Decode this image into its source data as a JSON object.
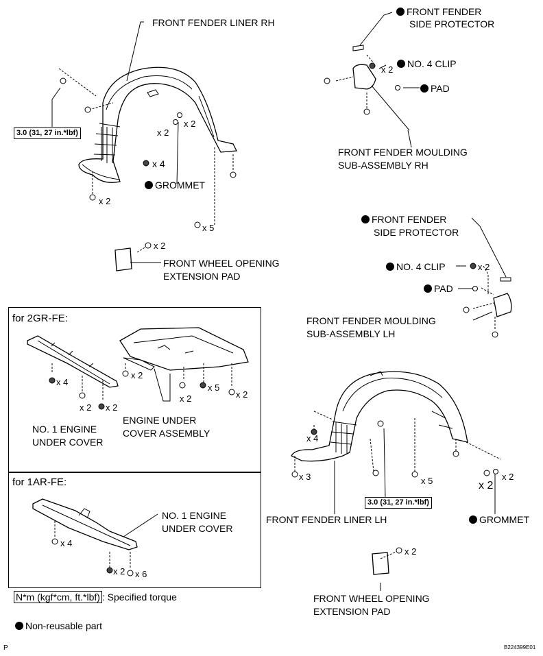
{
  "rh": {
    "liner": "FRONT FENDER LINER RH",
    "torque": "3.0 (31, 27 in.*lbf)",
    "x4": "x 4",
    "x2_a": "x 2",
    "x2_b": "x 2",
    "x2_c": "x 2",
    "x5": "x 5",
    "grommet": "GROMMET",
    "pad_x2": "x 2",
    "ext_pad_1": "FRONT WHEEL OPENING",
    "ext_pad_2": "EXTENSION PAD",
    "side_prot_1": "FRONT FENDER",
    "side_prot_2": "SIDE PROTECTOR",
    "clip_x2": "x 2",
    "clip": "NO. 4 CLIP",
    "pad": "PAD",
    "moulding_1": "FRONT FENDER MOULDING",
    "moulding_2": "SUB-ASSEMBLY RH"
  },
  "lh": {
    "side_prot_1": "FRONT FENDER",
    "side_prot_2": "SIDE PROTECTOR",
    "clip": "NO. 4 CLIP",
    "clip_x2": "x 2",
    "pad": "PAD",
    "moulding_1": "FRONT FENDER MOULDING",
    "moulding_2": "SUB-ASSEMBLY LH",
    "x4": "x 4",
    "x3": "x 3",
    "x5": "x 5",
    "x2_a": "x 2",
    "x2_b": "x 2",
    "torque": "3.0 (31, 27 in.*lbf)",
    "liner": "FRONT FENDER LINER LH",
    "grommet": "GROMMET",
    "pad_x2": "x 2",
    "ext_pad_1": "FRONT WHEEL OPENING",
    "ext_pad_2": "EXTENSION PAD"
  },
  "box_2gr": {
    "title": "for 2GR-FE:",
    "x4": "x 4",
    "x2_a": "x 2",
    "x2_b": "x 2",
    "x2_c": "x 2",
    "x2_d": "x 2",
    "x5": "x 5",
    "x2_e": "x 2",
    "cover_1": "NO. 1 ENGINE",
    "cover_2": "UNDER COVER",
    "assy_1": "ENGINE UNDER",
    "assy_2": "COVER ASSEMBLY"
  },
  "box_1ar": {
    "title": "for 1AR-FE:",
    "cover_1": "NO. 1 ENGINE",
    "cover_2": "UNDER COVER",
    "x4": "x 4",
    "x2": "x 2",
    "x6": "x 6"
  },
  "legend": {
    "torque_unit": "N*m (kgf*cm, ft.*lbf)",
    "torque_text": ": Specified torque",
    "nonreusable": "Non-reusable part"
  },
  "footer": {
    "left": "P",
    "code": "B224399E01"
  }
}
